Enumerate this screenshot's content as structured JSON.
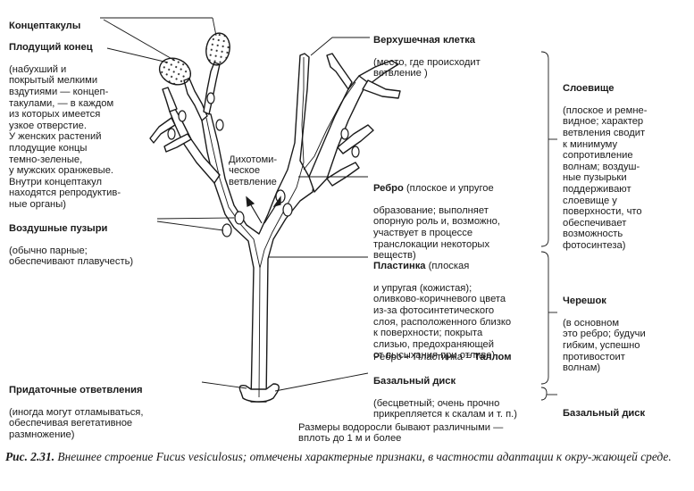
{
  "labels": {
    "conceptacles": {
      "title": "Концептакулы"
    },
    "fertile_tip": {
      "title": "Плодущий конец",
      "text": "(набухший и\nпокрытый мелкими\nвздутиями — концеп-\nтакулами, — в каждом\nиз которых имеется\nузкое отверстие.\nУ женских растений\nплодущие концы\nтемно-зеленые,\nу мужских оранжевые.\nВнутри концептакул\nнаходятся репродуктив-\nные органы)"
    },
    "air_bladders": {
      "title": "Воздушные пузыри",
      "text": "(обычно парные;\nобеспечивают плавучесть)"
    },
    "adventitious": {
      "title": "Придаточные ответвления",
      "text": "(иногда могут отламываться,\nобеспечивая вегетативное\nразмножение)"
    },
    "dichotomous": {
      "text": "Дихотоми-\nческое\nветвление"
    },
    "apical_cell": {
      "title": "Верхушечная клетка",
      "text": "(место, где происходит\nветвление )"
    },
    "midrib": {
      "title": "Ребро",
      "title_suffix": " (плоское и упругое",
      "text": "образование; выполняет\nопорную роль и, возможно,\nучаствует в процессе\nтранслокации некоторых\nвеществ)"
    },
    "lamina": {
      "title": "Пластинка",
      "title_suffix": " (плоская",
      "text": "и упругая (кожистая);\nоливково-коричневого цвета\nиз-за фотосинтетического\nслоя, расположенного близко\nк поверхности; покрыта\nслизью, предохраняющей\nот высыхания при отливе)"
    },
    "thallus_formula": {
      "prefix": "Ребро + Пластинка = ",
      "bold": "Таллом"
    },
    "basal_disc": {
      "title": "Базальный диск",
      "text": "(бесцветный; очень прочно\nприкрепляется к скалам и т. п.)"
    },
    "size_note": {
      "text": "Размеры водоросли бывают различными —\nвплоть до 1 м и более"
    },
    "frond": {
      "title": "Слоевище",
      "text": "(плоское и ремне-\nвидное; характер\nветвления сводит\nк минимуму\nсопротивление\nволнам; воздуш-\nные пузырьки\nподдерживают\nслоевище у\nповерхности, что\nобеспечивает\nвозможность\nфотосинтеза)"
    },
    "stipe": {
      "title": "Черешок",
      "text": "(в основном\nэто ребро; будучи\nгибким, успешно\nпротивостоит\nволнам)"
    },
    "basal_disc_right": {
      "title": "Базальный диск"
    }
  },
  "caption": {
    "number": "Рис. 2.31.",
    "text": " Внешнее строение Fucus vesiculosus; отмечены характерные признаки, в частности адаптации к окру-жающей среде."
  }
}
